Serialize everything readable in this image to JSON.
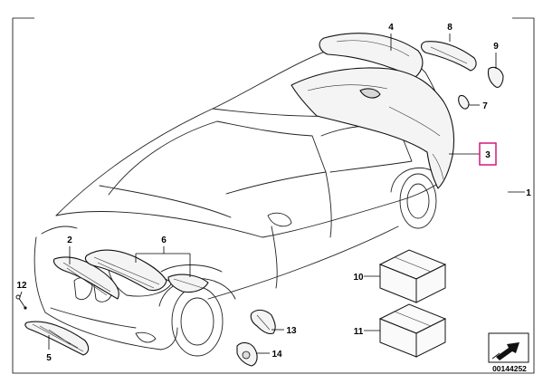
{
  "callouts": {
    "c1": "1",
    "c2": "2",
    "c3": "3",
    "c4": "4",
    "c5": "5",
    "c6": "6",
    "c7": "7",
    "c8": "8",
    "c9": "9",
    "c10": "10",
    "c11": "11",
    "c12": "12",
    "c13": "13",
    "c14": "14"
  },
  "highlighted_callout": "3",
  "document_id": "00144252",
  "colors": {
    "line": "#000000",
    "highlight": "#d4187a",
    "background": "#ffffff"
  },
  "icons": {
    "corner_nav": "page-corner-arrow-icon"
  }
}
